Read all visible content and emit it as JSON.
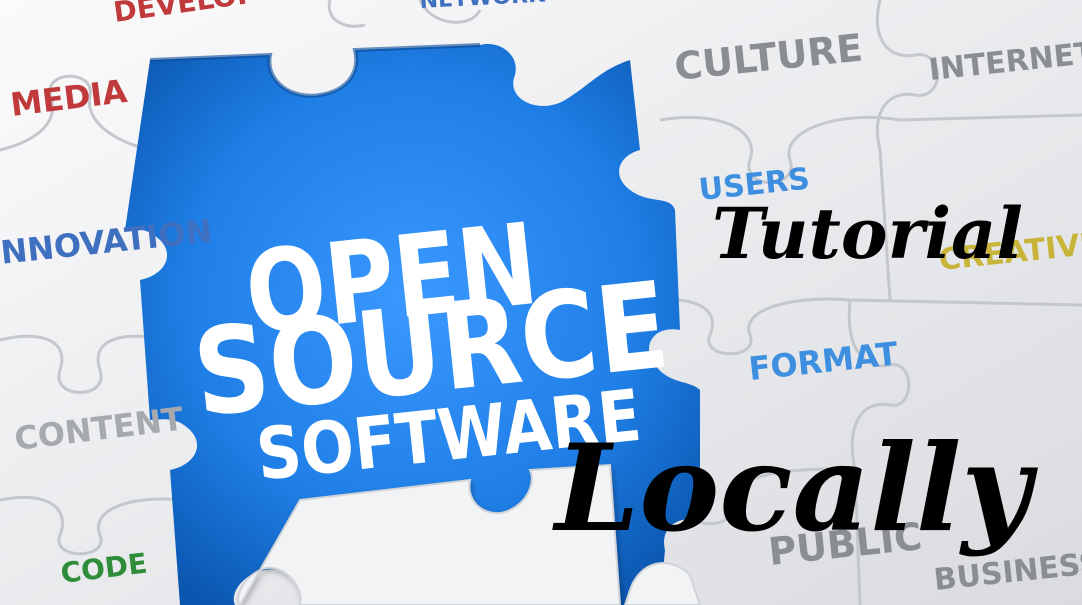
{
  "center": {
    "line1": "OPEN",
    "line2": "SOURCE",
    "line3": "SOFTWARE"
  },
  "puzzle_words": {
    "top_left": "DEVELOP",
    "top_mid": "NETWORK",
    "media": "MEDIA",
    "innovation": "INNOVATION",
    "content": "CONTENT",
    "code": "CODE",
    "culture": "CULTURE",
    "internet": "INTERNET",
    "users": "USERS",
    "creative": "CREATIVE",
    "format": "FORMAT",
    "public": "PUBLIC",
    "business": "BUSINESS"
  },
  "overlay": {
    "tutorial": "Tutorial",
    "locally": "Locally"
  },
  "colors": {
    "hole_blue": "#1f7fe6",
    "hole_dark": "#0f5db8",
    "piece_light": "#f1f2f4",
    "piece_shadow": "#c8cbd0",
    "red_word": "#c0393b",
    "gray_word": "#8a8d92",
    "blue_word": "#3f8fe0",
    "green_word": "#2f8c3a",
    "yellow_word": "#c9b43a",
    "overlay_text": "#000000"
  }
}
